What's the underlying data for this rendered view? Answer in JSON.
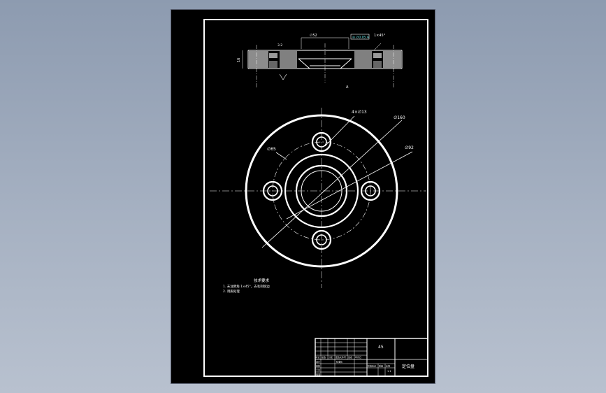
{
  "drawing": {
    "part_name": "定位盘",
    "material": "45",
    "scale": "1:1",
    "section_dims": {
      "top_dim": "∅52",
      "tolerance_frame": "◎ ∅0.05 A",
      "chamfer": "1×45°",
      "height": "16",
      "roughness": "3.2",
      "datum": "A"
    },
    "plan_dims": {
      "holes": "4×∅13",
      "outer_dia": "∅160",
      "inner_dia": "∅92",
      "pcd": "∅65"
    },
    "notes": {
      "title": "技术要求",
      "line1": "1. 未注倒角 1×45°，去毛刺锐边",
      "line2": "2. 调质处理"
    },
    "title_block": {
      "col_headers": [
        "标记",
        "处数",
        "分区",
        "更改文件号",
        "签名",
        "年月日"
      ],
      "row_labels": [
        "设计",
        "审核",
        "工艺",
        "批准"
      ],
      "std_label": "标准化",
      "stage_label": "阶段标记",
      "weight_label": "重量",
      "scale_label": "比例"
    }
  }
}
